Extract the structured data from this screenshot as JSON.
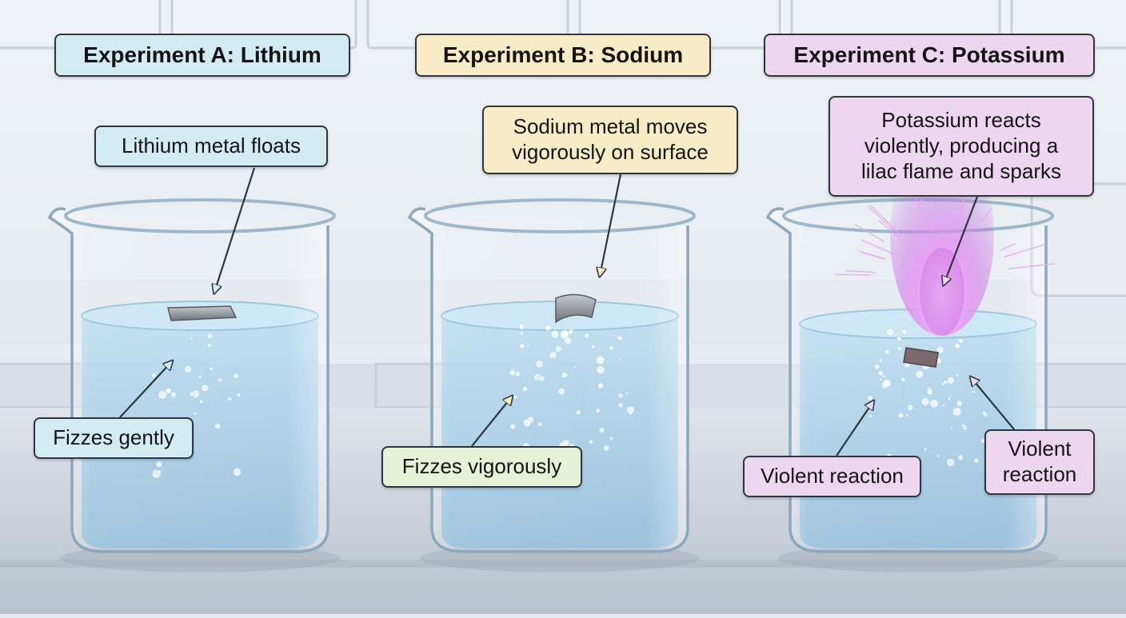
{
  "experiments": [
    {
      "id": "A",
      "title": "Experiment A: Lithium",
      "color": "#d3ecf2",
      "callouts": [
        "Lithium metal floats",
        "Fizzes gently"
      ]
    },
    {
      "id": "B",
      "title": "Experiment B: Sodium",
      "color": "#f8ecc6",
      "callouts": [
        "Sodium metal moves\nvigorously on surface",
        "Fizzes vigorously"
      ]
    },
    {
      "id": "C",
      "title": "Experiment C: Potassium",
      "color": "#ecd6f0",
      "callouts": [
        "Potassium reacts\nviolently, producing a\nlilac flame and sparks",
        "Violent reaction",
        "Violent\nreaction"
      ]
    }
  ],
  "colors": {
    "water": "#9cc8e4",
    "flame": "#d57ae8",
    "metal": "#8e9399",
    "bench": "#cdd3da"
  }
}
